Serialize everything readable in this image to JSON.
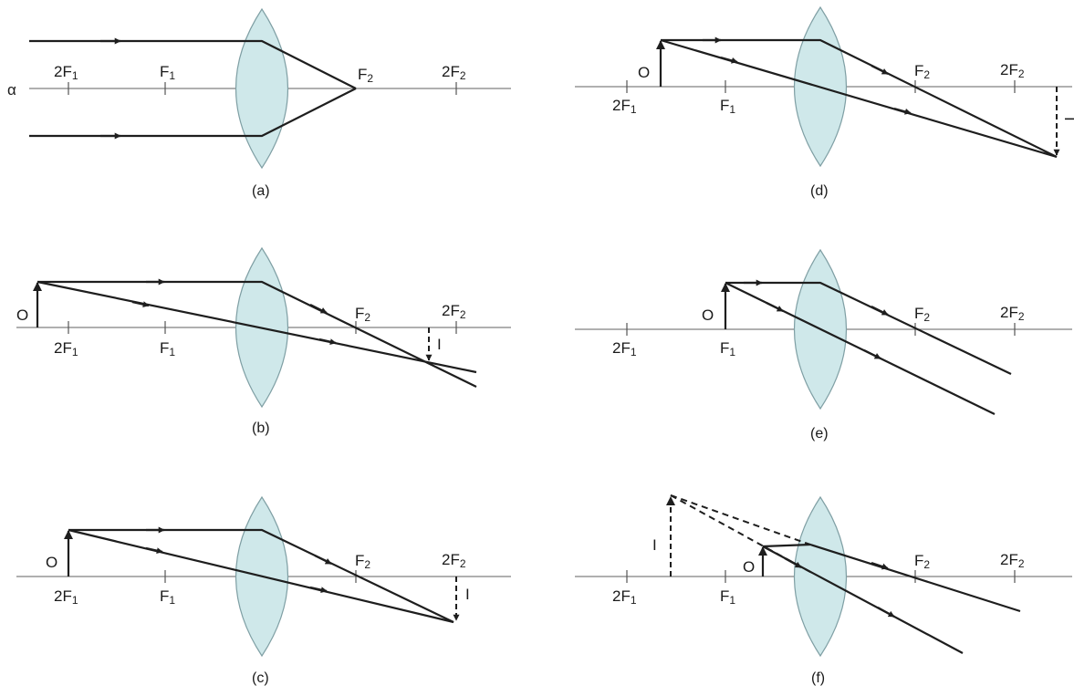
{
  "colors": {
    "lens_fill": "#cfe8ea",
    "lens_stroke": "#7f9fa4",
    "ray": "#1e1e1e"
  },
  "labels": {
    "axis": "α",
    "focus_near": "F",
    "focus_far": "F",
    "twice_focus_near": "2F",
    "twice_focus_far": "2F",
    "sub_near": "1",
    "sub_far": "2",
    "object": "O",
    "image": "I"
  },
  "panels": [
    {
      "id": "a",
      "caption": "(a)"
    },
    {
      "id": "b",
      "caption": "(b)"
    },
    {
      "id": "c",
      "caption": "(c)"
    },
    {
      "id": "d",
      "caption": "(d)"
    },
    {
      "id": "e",
      "caption": "(e)"
    },
    {
      "id": "f",
      "caption": "(f)"
    }
  ]
}
